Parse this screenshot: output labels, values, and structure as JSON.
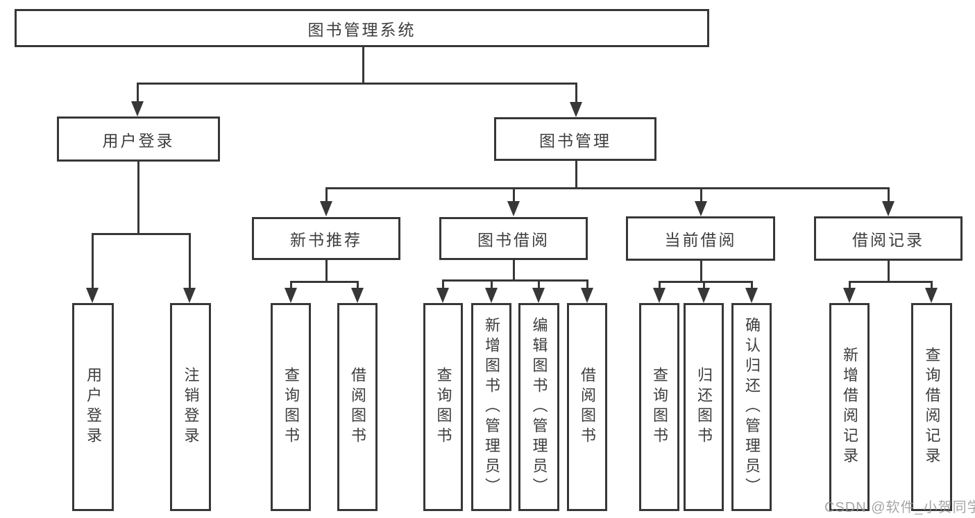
{
  "tree": {
    "label": "图书管理系统",
    "children": [
      {
        "label": "用户登录",
        "children": [
          {
            "label": "用户登录"
          },
          {
            "label": "注销登录"
          }
        ]
      },
      {
        "label": "图书管理",
        "children": [
          {
            "label": "新书推荐",
            "children": [
              {
                "label": "查询图书"
              },
              {
                "label": "借阅图书"
              }
            ]
          },
          {
            "label": "图书借阅",
            "children": [
              {
                "label": "查询图书"
              },
              {
                "label": "新增图书（管理员）"
              },
              {
                "label": "编辑图书（管理员）"
              },
              {
                "label": "借阅图书"
              }
            ]
          },
          {
            "label": "当前借阅",
            "children": [
              {
                "label": "查询图书"
              },
              {
                "label": "归还图书"
              },
              {
                "label": "确认归还（管理员）"
              }
            ]
          },
          {
            "label": "借阅记录",
            "children": [
              {
                "label": "新增借阅记录"
              },
              {
                "label": "查询借阅记录"
              }
            ]
          }
        ]
      }
    ]
  },
  "watermark": {
    "text": "CSDN @软件_小贺同学"
  },
  "colors": {
    "line": "#373737",
    "text": "#3d3d3d",
    "background": "#ffffff",
    "watermark": "#969696"
  }
}
